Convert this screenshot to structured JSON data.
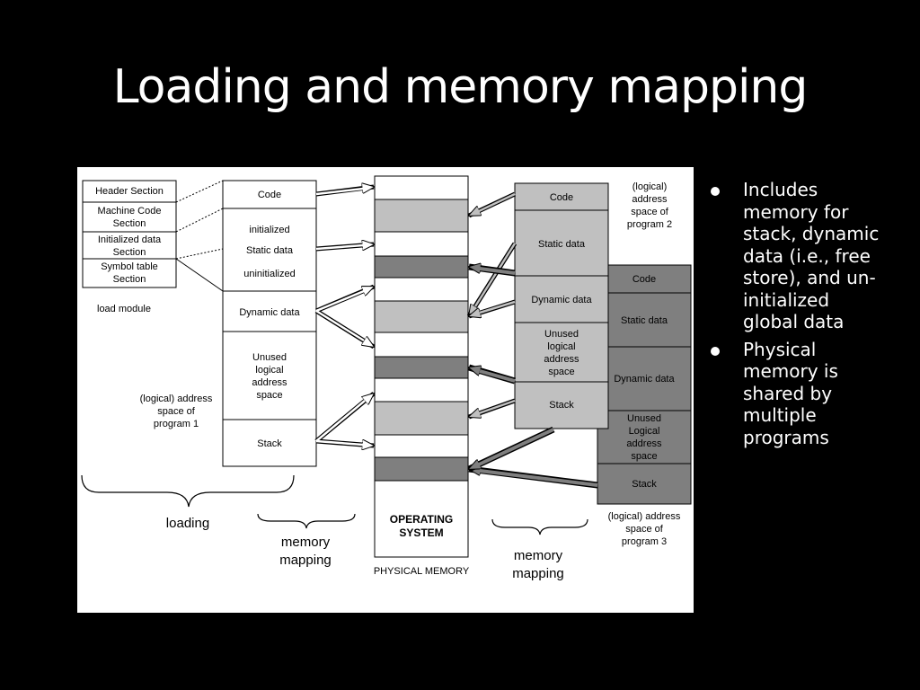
{
  "slide": {
    "title": "Loading and memory mapping"
  },
  "diagram": {
    "load_module": {
      "sections": [
        "Header Section",
        "Machine Code|Section",
        "Initialized data|Section",
        "Symbol table|Section"
      ],
      "caption": "load module"
    },
    "program1": {
      "code": "Code",
      "initialized": "initialized",
      "static_data": "Static data",
      "uninitialized": "uninitialized",
      "dynamic_data": "Dynamic data",
      "unused": "Unused|logical|address|space",
      "stack": "Stack",
      "caption": "(logical) address|space of|program 1"
    },
    "program2": {
      "code": "Code",
      "static_data": "Static data",
      "dynamic_data": "Dynamic data",
      "unused": "Unused|logical|address|space",
      "stack": "Stack",
      "caption": "(logical)|address|space of|program 2"
    },
    "program3": {
      "code": "Code",
      "static_data": "Static data",
      "dynamic_data": "Dynamic data",
      "unused": "Unused|Logical|address|space",
      "stack": "Stack",
      "caption": "(logical) address|space of|program 3"
    },
    "physical_memory": {
      "os": "OPERATING|SYSTEM",
      "caption": "PHYSICAL MEMORY"
    },
    "labels": {
      "loading": "loading",
      "memory_mapping_left": "memory|mapping",
      "memory_mapping_right": "memory|mapping"
    },
    "colors": {
      "program2_fill": "#c0c0c0",
      "program3_fill": "#7f7f7f",
      "light_block": "#c0c0c0",
      "dark_block": "#7f7f7f"
    }
  },
  "bullets": [
    "Includes memory for stack, dynamic data (i.e., free store), and un-initialized global data",
    "Physical memory is shared by multiple programs"
  ]
}
